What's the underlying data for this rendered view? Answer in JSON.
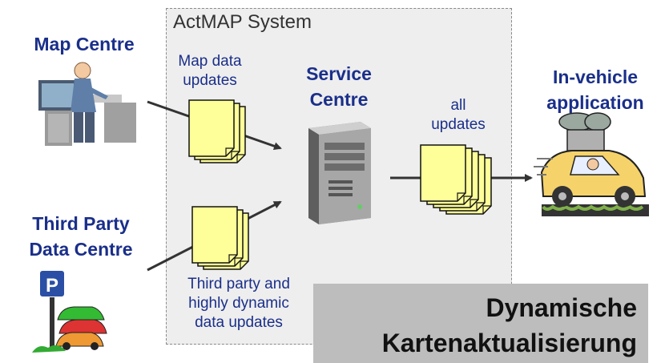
{
  "system": {
    "title": "ActMAP System"
  },
  "map_centre": {
    "label": "Map Centre",
    "icon": "person-at-computer-icon"
  },
  "third_party": {
    "line1": "Third Party",
    "line2": "Data Centre",
    "icon": "parking-sign-cars-icon"
  },
  "map_updates": {
    "line1": "Map data",
    "line2": "updates"
  },
  "service_centre": {
    "line1": "Service",
    "line2": "Centre",
    "icon": "server-tower-icon"
  },
  "all_updates": {
    "line1": "all",
    "line2": "updates"
  },
  "in_vehicle": {
    "line1": "In-vehicle",
    "line2": "application",
    "icon": "car-icon"
  },
  "third_party_updates": {
    "line1": "Third party and",
    "line2": "highly dynamic",
    "line3": "data updates"
  },
  "caption": {
    "line1": "Dynamische",
    "line2": "Kartenaktualisierung"
  },
  "colors": {
    "accent": "#1a2f8a",
    "document": "#ffff99",
    "system_bg": "#eeeeee",
    "caption_bg": "#bdbdbd"
  }
}
